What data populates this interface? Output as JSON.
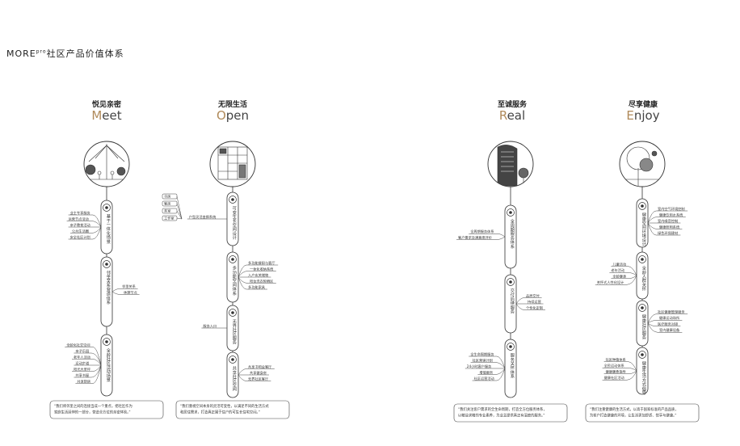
{
  "brand": {
    "prefix": "MORE",
    "sup": "pro",
    "suffix": "社区产品价值体系"
  },
  "columns": [
    {
      "cn": "悦见亲密",
      "en_first": "M",
      "en_rest": "eet",
      "branches": [
        {
          "title": "基于一体化场景",
          "side": "left",
          "items": [
            "业主专享服务",
            "运营节点活动",
            "亲子教育活动",
            "公共生活圈",
            "安全社区计划"
          ]
        },
        {
          "title": "邻里关系营造体系",
          "side": "right",
          "items": [
            "邻里关系",
            "休憩节点"
          ]
        },
        {
          "title": "全龄社区活动场景",
          "side": "left",
          "items": [
            "全龄化社交空间",
            "亲子乐园",
            "老年人活动",
            "运动步道",
            "阳光大草坪",
            "共享书屋",
            "共享厨房"
          ]
        }
      ],
      "quote": [
        "“我们将邻里之间的连接当成一个重点，把社区作为",
        "家庭生活延伸的一部分，营造全方位的亲密体验。”"
      ]
    },
    {
      "cn": "无限生活",
      "en_first": "O",
      "en_rest": "pen",
      "branches": [
        {
          "title": "可变生长空间设计",
          "side": "left",
          "items": [
            "户型灵活变换系统"
          ],
          "tags": [
            "书房",
            "客房",
            "茶室",
            "工作室"
          ]
        },
        {
          "title": "多功能空间体系",
          "side": "right",
          "items": [
            "多功能餐厨与客厅",
            "一体化收纳系统",
            "入户玄关储物",
            "阳台洗衣晾晒区",
            "多功能家具"
          ]
        },
        {
          "title": "无界社区服务",
          "side": "left",
          "items": [
            "服务入口"
          ]
        },
        {
          "title": "共享社区空间",
          "side": "right",
          "items": [
            "共享书吧会客厅",
            "共享健身房",
            "无界社区客厅"
          ]
        }
      ],
      "quote": [
        "“我们重视空间本身的灵活可变性，以满足不同的生活方式",
        "和居住需求，打造真正属于住户的可生长住宅空间。”"
      ]
    },
    {
      "cn": "至诚服务",
      "en_first": "R",
      "en_rest": "eal",
      "branches": [
        {
          "title": "全周期服务体系",
          "side": "left",
          "items": [
            "全周期服务体系",
            "客户需求及满意度评价"
          ]
        },
        {
          "title": "交付后续服务",
          "side": "right",
          "items": [
            "品质交付",
            "持续运营",
            "个性化定制"
          ]
        },
        {
          "title": "服务关怀体系",
          "side": "left",
          "items": [
            "全生命周期服务",
            "社区营销计划",
            "24小时客户服务",
            "增值服务",
            "社区运营活动"
          ]
        }
      ],
      "quote": [
        "“我们关注客户需求的全生命周期，打造全方位服务体系，",
        "以精益求精的专业素养，为业主提供真正有温度的服务。”"
      ]
    },
    {
      "cn": "尽享健康",
      "en_first": "E",
      "en_rest": "njoy",
      "branches": [
        {
          "title": "健康空间环境设计",
          "side": "right",
          "items": [
            "室内空气环境控制",
            "健康饮用水系统",
            "室内噪音控制",
            "健康照明系统",
            "绿色环保建材"
          ]
        },
        {
          "title": "全龄人群关怀",
          "side": "left",
          "items": [
            "儿童活动",
            "老年活动",
            "全龄健身",
            "关怀式人性化设计"
          ]
        },
        {
          "title": "健康社区服务",
          "side": "right",
          "items": [
            "社区健康管理服务",
            "健康运动场所",
            "医疗服务对接",
            "室内健康设备"
          ]
        },
        {
          "title": "健康生活方式倡导",
          "side": "left",
          "items": [
            "社区种植体系",
            "全民运动体系",
            "健康膳食指导",
            "健康社区活动"
          ]
        }
      ],
      "quote": [
        "“我们注重健康的生活方式，以高于国家标准的产品品质，",
        "为客户打造健康的环境，让生活更加舒适、悦享与健康。”"
      ]
    }
  ]
}
